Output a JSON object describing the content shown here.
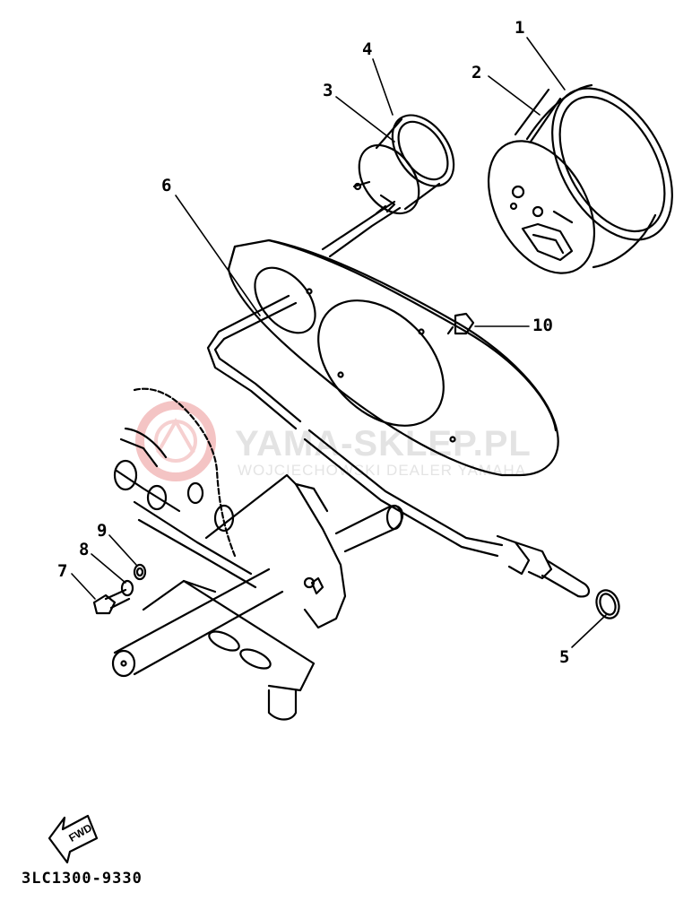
{
  "watermark": {
    "title": "YAMA-SKLEP.PL",
    "subtitle": "WOJCIECHOWSKI DEALER YAMAHA",
    "logo_color": "#f4c4c4",
    "text_color": "#e3e3e3"
  },
  "callouts": [
    "1",
    "2",
    "3",
    "4",
    "5",
    "6",
    "7",
    "8",
    "9",
    "10"
  ],
  "fwd_label": "FWD",
  "diagram_code": "3LC1300-9330",
  "line_color": "#000000"
}
